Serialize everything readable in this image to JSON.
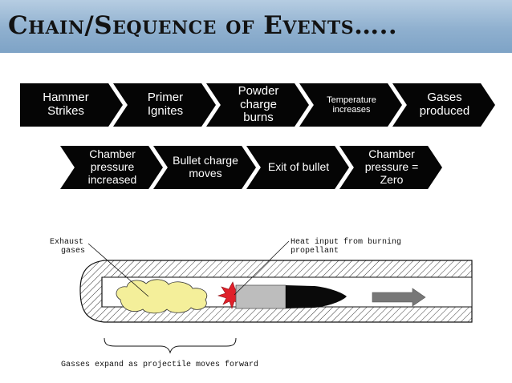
{
  "title": "Chain/Sequence of Events…..",
  "chain_row_1": [
    "Hammer Strikes",
    "Primer Ignites",
    "Powder charge burns",
    "Temperature increases",
    "Gases produced"
  ],
  "chain_row_2": [
    "Chamber pressure increased",
    "Bullet charge moves",
    "Exit of bullet",
    "Chamber pressure = Zero"
  ],
  "diagram": {
    "label_exhaust": [
      "Exhaust",
      "gases"
    ],
    "label_heat": [
      "Heat input from burning",
      "propellant"
    ],
    "label_bottom": "Gasses expand as projectile moves forward"
  }
}
